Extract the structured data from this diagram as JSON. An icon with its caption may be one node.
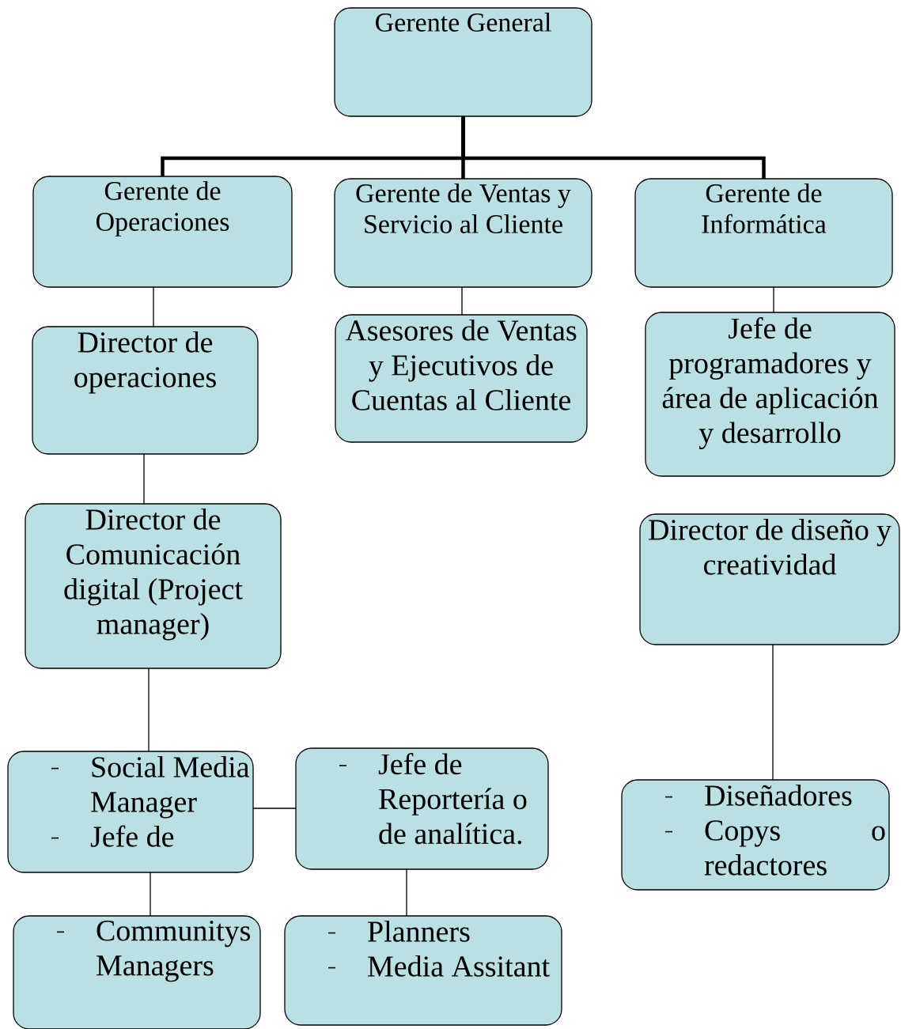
{
  "diagram": {
    "nodes": [
      {
        "text": [
          "Gerente General"
        ]
      },
      {
        "text": [
          "Gerente de Operaciones"
        ]
      },
      {
        "text": [
          "Gerente de Ventas y Servicio al Cliente"
        ]
      },
      {
        "text": [
          "Gerente de Informática"
        ]
      },
      {
        "text": [
          "Director de operaciones"
        ]
      },
      {
        "text": [
          "Asesores de Ventas y Ejecutivos de Cuentas al Cliente"
        ]
      },
      {
        "text": [
          "Jefe de programadores y área de aplicación y desarrollo"
        ]
      },
      {
        "text": [
          "Director de Comunicación digital (Project manager)"
        ]
      },
      {
        "text": [
          "Director de diseño y creatividad"
        ]
      },
      {
        "text": [
          "Social Media Manager",
          "Jefe de"
        ]
      },
      {
        "text": [
          "Jefe de Reportería o de analítica."
        ]
      },
      {
        "text": [
          "Diseñadores",
          "Copys o redactores"
        ]
      },
      {
        "text": [
          "Communitys Managers"
        ]
      },
      {
        "text": [
          "Planners",
          "Media Assitant"
        ]
      }
    ],
    "edges": [
      {
        "from": 0,
        "to": 1,
        "arrow": "none",
        "style": "thick"
      },
      {
        "from": 0,
        "to": 2,
        "arrow": "none",
        "style": "thick"
      },
      {
        "from": 0,
        "to": 3,
        "arrow": "none",
        "style": "thick"
      },
      {
        "from": 1,
        "to": 4,
        "arrow": "none"
      },
      {
        "from": 4,
        "to": 7,
        "arrow": "none"
      },
      {
        "from": 7,
        "to": 9,
        "arrow": "none"
      },
      {
        "from": 9,
        "to": 10,
        "arrow": "none"
      },
      {
        "from": 9,
        "to": 12,
        "arrow": "none"
      },
      {
        "from": 10,
        "to": 13,
        "arrow": "none"
      },
      {
        "from": 2,
        "to": 5,
        "arrow": "none"
      },
      {
        "from": 3,
        "to": 6,
        "arrow": "none"
      },
      {
        "from": 8,
        "to": 11,
        "arrow": "none"
      }
    ]
  }
}
